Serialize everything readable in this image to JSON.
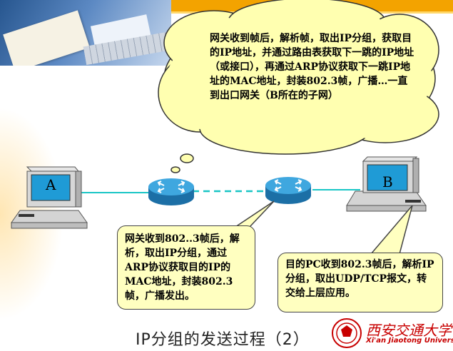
{
  "slide": {
    "title": "IP分组的发送过程（2）"
  },
  "cloud": {
    "text": "网关收到帧后，解析帧，取出IP分组，获取目的IP地址，并通过路由表获取下一跳的IP地址（或接口），再通过ARP协议获取下一跳IP地址的MAC地址，封装802.3帧，广播…一直到出口网关（B所在的子网）"
  },
  "hosts": {
    "a_label": "A",
    "b_label": "B"
  },
  "callouts": {
    "gateway": "网关收到802..3帧后，解析，取出IP分组，通过ARP协议获取目的IP的MAC地址，封装802.3帧，广播发出。",
    "destination": "目的PC收到802.3帧后，解析IP分组，取出UDP/TCP报文，转交给上层应用。"
  },
  "logo": {
    "cn": "西安交通大学",
    "en": "Xi'an Jiaotong University"
  },
  "colors": {
    "banner": "#f3a300",
    "link": "#19c6c6",
    "router": "#2a8fc9",
    "callout_bg": "#ffffc0",
    "cloud_bg": "#ffffb0",
    "logo": "#c80000"
  }
}
